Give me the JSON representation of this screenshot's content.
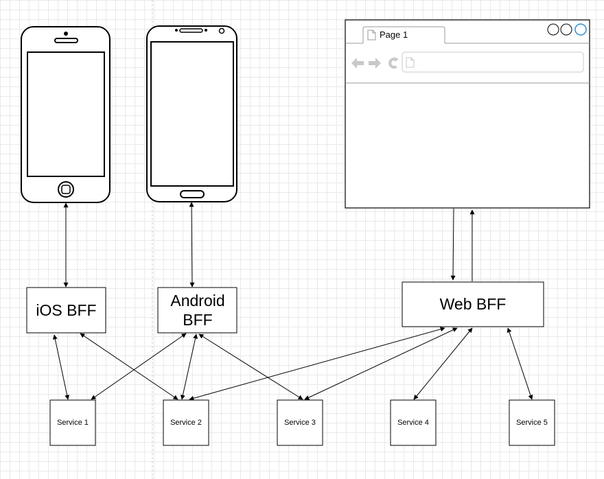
{
  "devices": {
    "ios_phone": "iphone",
    "android_phone": "android-phone",
    "browser": {
      "tab_label": "Page 1",
      "icons": [
        "back-arrow-icon",
        "forward-arrow-icon",
        "reload-icon",
        "page-icon"
      ]
    }
  },
  "bffs": {
    "ios": "iOS BFF",
    "android": "Android BFF",
    "web": "Web BFF"
  },
  "services": [
    "Service 1",
    "Service 2",
    "Service 3",
    "Service 4",
    "Service 5"
  ],
  "connections": [
    {
      "from": "ios-phone",
      "to": "iOS BFF",
      "direction": "both"
    },
    {
      "from": "android-phone",
      "to": "Android BFF",
      "direction": "both"
    },
    {
      "from": "browser",
      "to": "Web BFF",
      "direction": "to"
    },
    {
      "from": "Web BFF",
      "to": "browser",
      "direction": "to"
    },
    {
      "from": "iOS BFF",
      "to": "Service 1",
      "direction": "both"
    },
    {
      "from": "iOS BFF",
      "to": "Service 2",
      "direction": "both"
    },
    {
      "from": "Android BFF",
      "to": "Service 1",
      "direction": "both"
    },
    {
      "from": "Android BFF",
      "to": "Service 2",
      "direction": "both"
    },
    {
      "from": "Android BFF",
      "to": "Service 3",
      "direction": "both"
    },
    {
      "from": "Web BFF",
      "to": "Service 2",
      "direction": "both"
    },
    {
      "from": "Web BFF",
      "to": "Service 3",
      "direction": "both"
    },
    {
      "from": "Web BFF",
      "to": "Service 4",
      "direction": "both"
    },
    {
      "from": "Web BFF",
      "to": "Service 5",
      "direction": "both"
    }
  ],
  "colors": {
    "stroke": "#000000",
    "grid": "#e9e9e9",
    "divider": "#cccccc",
    "browser_gray": "#c8c8c8",
    "window_button_accent": "#2a8ecb"
  }
}
